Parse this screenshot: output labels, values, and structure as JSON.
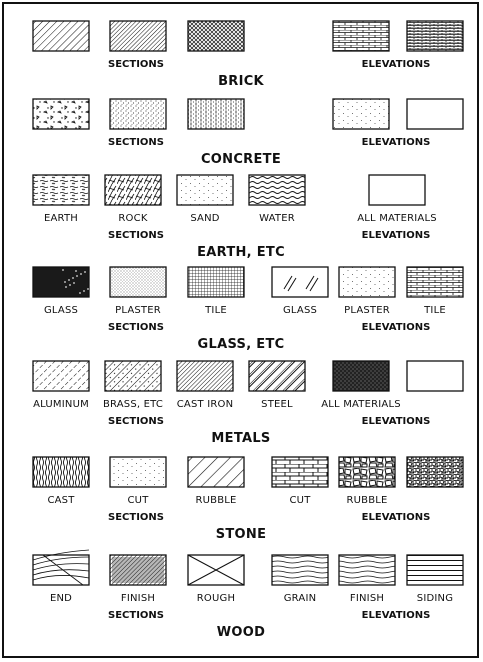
{
  "sections": [
    {
      "title": "BRICK",
      "section_label": "SECTIONS",
      "elevation_label": "ELEVATIONS",
      "section_swatches": [
        {
          "label": "",
          "pattern": "hatch-45"
        },
        {
          "label": "",
          "pattern": "hatch-45-dense-bands"
        },
        {
          "label": "",
          "pattern": "hatch-45-cross-light"
        }
      ],
      "elevation_swatches": [
        {
          "label": "",
          "pattern": "brick-courses"
        },
        {
          "label": "",
          "pattern": "brick-courses-dense"
        }
      ]
    },
    {
      "title": "CONCRETE",
      "section_label": "SECTIONS",
      "elevation_label": "ELEVATIONS",
      "section_swatches": [
        {
          "label": "",
          "pattern": "aggregate"
        },
        {
          "label": "",
          "pattern": "stipple"
        },
        {
          "label": "",
          "pattern": "stipple-vertical"
        }
      ],
      "elevation_swatches": [
        {
          "label": "",
          "pattern": "stipple-light"
        },
        {
          "label": "",
          "pattern": "blank"
        }
      ]
    },
    {
      "title": "EARTH, ETC",
      "section_label": "SECTIONS",
      "elevation_label": "ELEVATIONS",
      "section_swatches": [
        {
          "label": "EARTH",
          "pattern": "earth"
        },
        {
          "label": "ROCK",
          "pattern": "rock"
        },
        {
          "label": "SAND",
          "pattern": "sand"
        },
        {
          "label": "WATER",
          "pattern": "water"
        }
      ],
      "elevation_swatches": [
        {
          "label": "ALL MATERIALS",
          "pattern": "blank"
        }
      ]
    },
    {
      "title": "GLASS, ETC",
      "section_label": "SECTIONS",
      "elevation_label": "ELEVATIONS",
      "section_swatches": [
        {
          "label": "GLASS",
          "pattern": "solid-dark"
        },
        {
          "label": "PLASTER",
          "pattern": "stipple-fine"
        },
        {
          "label": "TILE",
          "pattern": "grid-fine"
        }
      ],
      "elevation_swatches": [
        {
          "label": "GLASS",
          "pattern": "glass-glint"
        },
        {
          "label": "PLASTER",
          "pattern": "stipple-light"
        },
        {
          "label": "TILE",
          "pattern": "brick-courses"
        }
      ]
    },
    {
      "title": "METALS",
      "section_label": "SECTIONS",
      "elevation_label": "ELEVATIONS",
      "section_swatches": [
        {
          "label": "ALUMINUM",
          "pattern": "hatch-45-dashed"
        },
        {
          "label": "BRASS, ETC",
          "pattern": "hatch-45-dotted"
        },
        {
          "label": "CAST IRON",
          "pattern": "hatch-45-dense"
        },
        {
          "label": "STEEL",
          "pattern": "hatch-45-double"
        }
      ],
      "elevation_swatches": [
        {
          "label": "ALL MATERIALS",
          "pattern": "solid-mottled"
        },
        {
          "label": "",
          "pattern": "blank"
        }
      ]
    },
    {
      "title": "STONE",
      "section_label": "SECTIONS",
      "elevation_label": "ELEVATIONS",
      "section_swatches": [
        {
          "label": "CAST",
          "pattern": "cast-stone"
        },
        {
          "label": "CUT",
          "pattern": "stipple-light"
        },
        {
          "label": "RUBBLE",
          "pattern": "hatch-45-wide"
        }
      ],
      "elevation_swatches": [
        {
          "label": "CUT",
          "pattern": "cut-stone"
        },
        {
          "label": "RUBBLE",
          "pattern": "rubble"
        },
        {
          "label": "",
          "pattern": "rubble-dense"
        }
      ]
    },
    {
      "title": "WOOD",
      "section_label": "SECTIONS",
      "elevation_label": "ELEVATIONS",
      "section_swatches": [
        {
          "label": "END",
          "pattern": "wood-end"
        },
        {
          "label": "FINISH",
          "pattern": "wood-finish-section"
        },
        {
          "label": "ROUGH",
          "pattern": "x-cross"
        }
      ],
      "elevation_swatches": [
        {
          "label": "GRAIN",
          "pattern": "wood-grain"
        },
        {
          "label": "FINISH",
          "pattern": "wood-grain-light"
        },
        {
          "label": "SIDING",
          "pattern": "siding"
        }
      ]
    }
  ]
}
